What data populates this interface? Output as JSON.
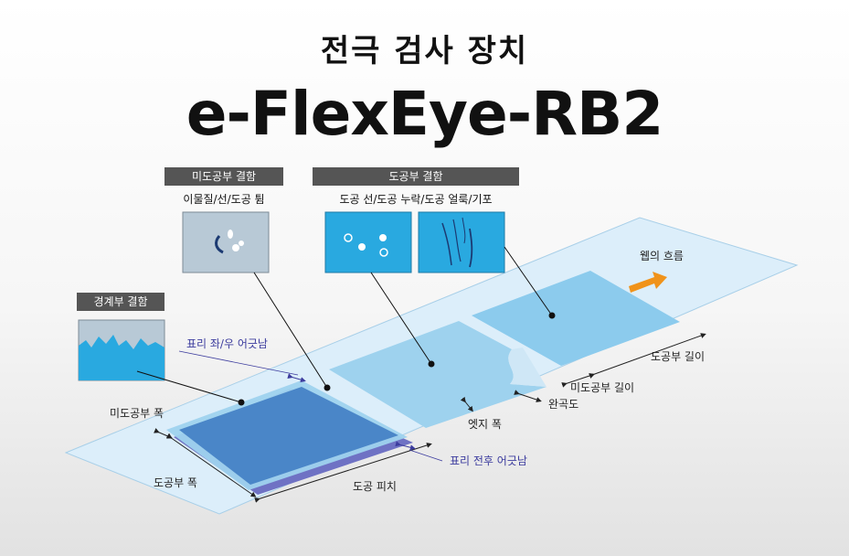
{
  "header": {
    "subtitle": "전극 검사 장치",
    "product": "e-FlexEye-RB2"
  },
  "defect_groups": {
    "uncoated": {
      "header": "미도공부 결함",
      "caption": "이물질/선/도공 튐"
    },
    "coated": {
      "header": "도공부 결함",
      "caption": "도공 선/도공 누락/도공 얼룩/기포"
    },
    "boundary": {
      "header": "경계부 결함"
    }
  },
  "labels": {
    "web_flow": "웹의 흐름",
    "coat_length": "도공부 길이",
    "uncoat_length": "미도공부 길이",
    "completeness": "완곡도",
    "edge_width": "엣지 폭",
    "uncoat_width": "미도공부 폭",
    "coat_width": "도공부 폭",
    "coat_pitch": "도공 피치",
    "misalign_lr": "표리 좌/우 어긋남",
    "misalign_fb": "표리 전후 어긋남"
  },
  "colors": {
    "web": "#dceefa",
    "coat_light": "#9ed2ee",
    "coat_front": "#4a86c8",
    "coat_back": "#6f72c4",
    "defect_bg": "#29a9e0",
    "sample_uncoat": "#b8c9d6",
    "header_bg": "#555555",
    "arrow": "#f0931a",
    "misalign": "#3c3c9e"
  }
}
